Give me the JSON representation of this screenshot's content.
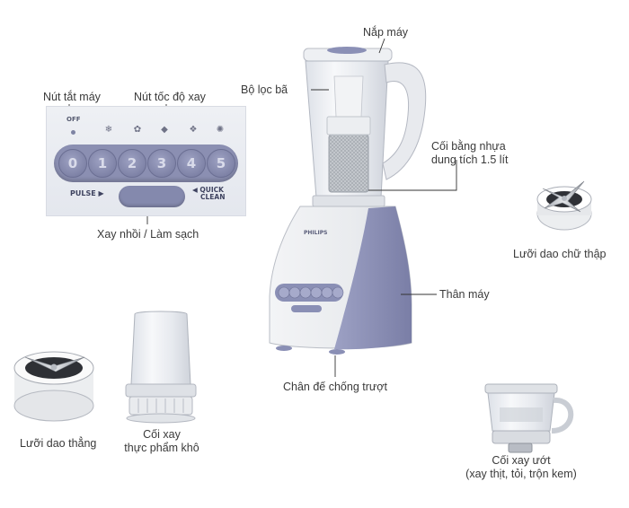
{
  "labels": {
    "nap_may": "Nắp máy",
    "bo_loc_ba": "Bộ lọc bã",
    "coi_nhua_line1": "Cối bằng nhựa",
    "coi_nhua_line2": "dung tích 1.5 lít",
    "than_may": "Thân máy",
    "chan_de": "Chân đế chống trượt",
    "nut_tat": "Nút tắt máy",
    "nut_toc_do": "Nút tốc độ xay",
    "xay_nhoi": "Xay nhồi / Làm sạch",
    "luoi_chu_thap": "Lưỡi dao chữ thập",
    "luoi_thang": "Lưỡi dao thẳng",
    "coi_kho_line1": "Cối xay",
    "coi_kho_line2": "thực phẩm khô",
    "coi_uot_line1": "Cối xay ướt",
    "coi_uot_line2": "(xay thịt, tỏi, trộn kem)"
  },
  "panel": {
    "off": "OFF",
    "speeds": [
      "0",
      "1",
      "2",
      "3",
      "4",
      "5"
    ],
    "pulse": "PULSE ▶",
    "quick_clean_1": "◀ QUICK",
    "quick_clean_2": "CLEAN"
  },
  "blender": {
    "brand": "PHILIPS"
  },
  "colors": {
    "accent": "#8a8fb5",
    "body": "#eef0f3",
    "leader": "#333333"
  }
}
